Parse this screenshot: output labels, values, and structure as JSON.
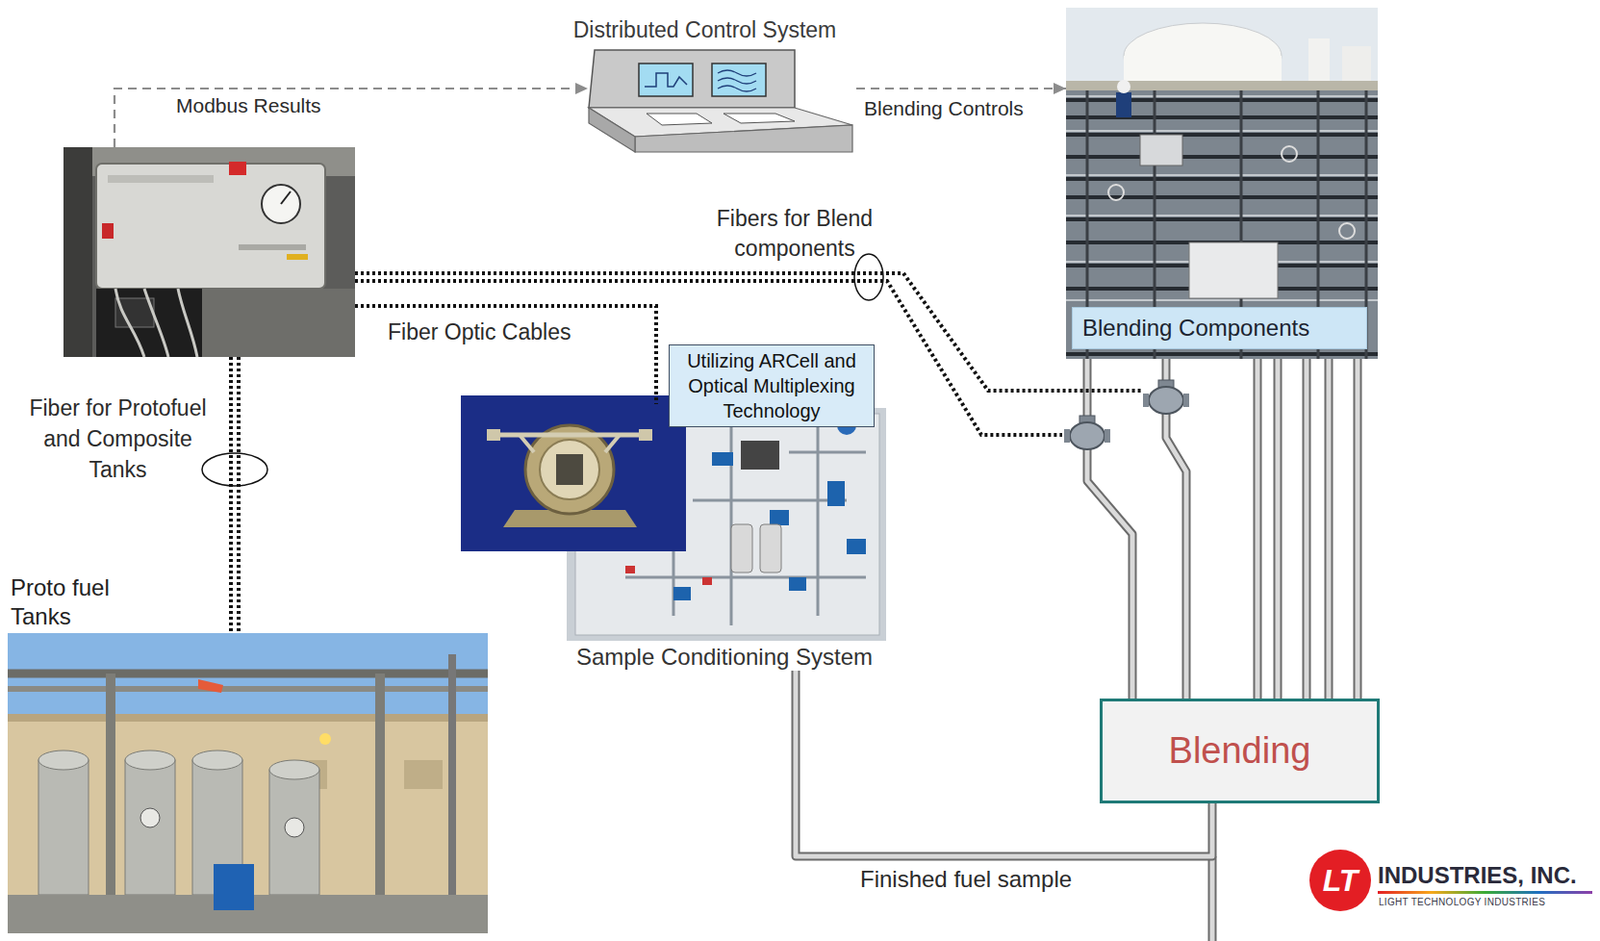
{
  "diagram": {
    "nodes": [
      {
        "text": [
          "Distributed Control System"
        ]
      },
      {
        "text": [
          "Blending Components"
        ]
      },
      {
        "text": [
          "Utilizing ARCell and Optical Multiplexing Technology"
        ]
      },
      {
        "text": [
          "Sample Conditioning System"
        ]
      },
      {
        "text": [
          "Proto fuel Tanks"
        ]
      },
      {
        "text": [
          "Blending"
        ]
      }
    ],
    "edges": [
      {
        "from": 0,
        "to": 1,
        "label": "Blending Controls",
        "arrow": "to"
      },
      {
        "from": 1,
        "to": 5,
        "arrow": "none"
      },
      {
        "from": 5,
        "to": 3,
        "label": "Finished fuel sample",
        "arrow": "none"
      }
    ],
    "labels": [
      "Modbus Results",
      "Fibers for Blend components",
      "Fiber Optic Cables",
      "Fiber for Protofuel and Composite Tanks",
      "LT",
      "INDUSTRIES, INC.",
      "LIGHT TECHNOLOGY INDUSTRIES"
    ]
  }
}
